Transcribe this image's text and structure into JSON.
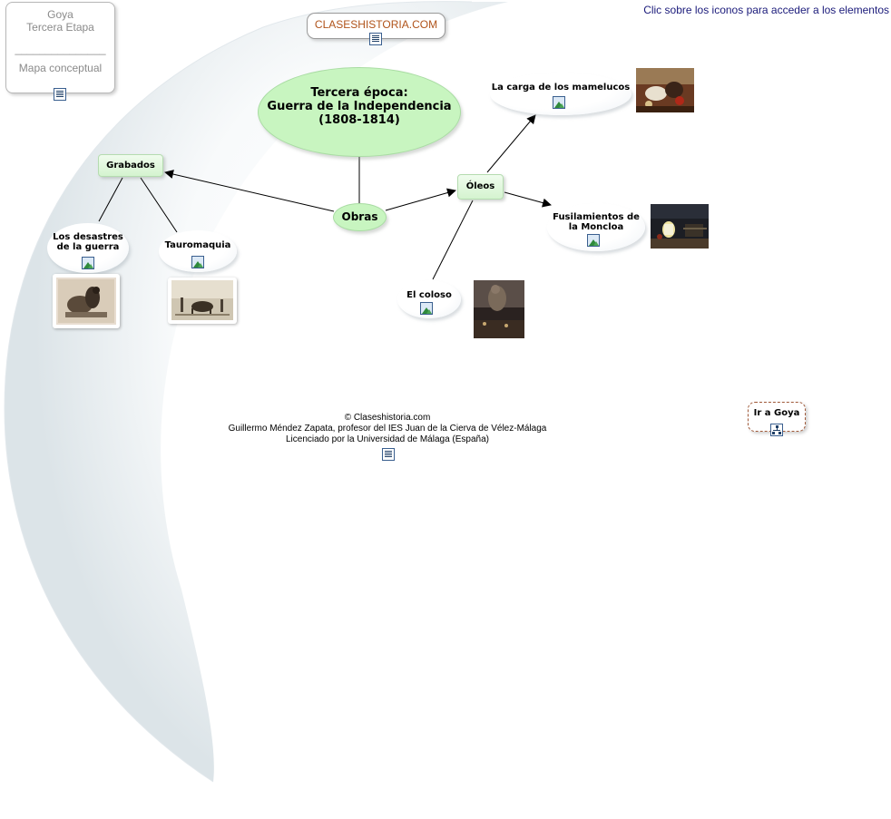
{
  "instruction": "Clic sobre los iconos para acceder a los elementos",
  "info_box": {
    "line1": "Goya",
    "line2": "Tercera Etapa",
    "line3": "_______________",
    "line4": "Mapa conceptual"
  },
  "site_box": {
    "label": "CLASESHISTORIA.COM"
  },
  "central": {
    "line1": "Tercera época:",
    "line2": "Guerra de la Independencia",
    "line3": "(1808-1814)"
  },
  "nodes": {
    "obras": "Obras",
    "grabados": "Grabados",
    "oleos": "Óleos",
    "desastres_1": "Los desastres",
    "desastres_2": "de la guerra",
    "tauromaquia": "Tauromaquia",
    "mamelucos": "La carga de los mamelucos",
    "fusilamientos_1": "Fusilamientos de",
    "fusilamientos_2": "la Moncloa",
    "coloso": "El coloso",
    "ir_goya": "Ir a Goya"
  },
  "credits": {
    "line1": "© Claseshistoria.com",
    "line2": "Guillermo Méndez Zapata, profesor del IES Juan de la Cierva de Vélez-Málaga",
    "line3": "Licenciado por la Universidad de Málaga (España)"
  },
  "colors": {
    "green_node": "#c8f5c0",
    "green_border": "#8fd48a",
    "site_text": "#b0531a",
    "instruction_text": "#1a1a7a",
    "info_text": "#8a8a8a",
    "ir_goya_border": "#a05a3a"
  }
}
